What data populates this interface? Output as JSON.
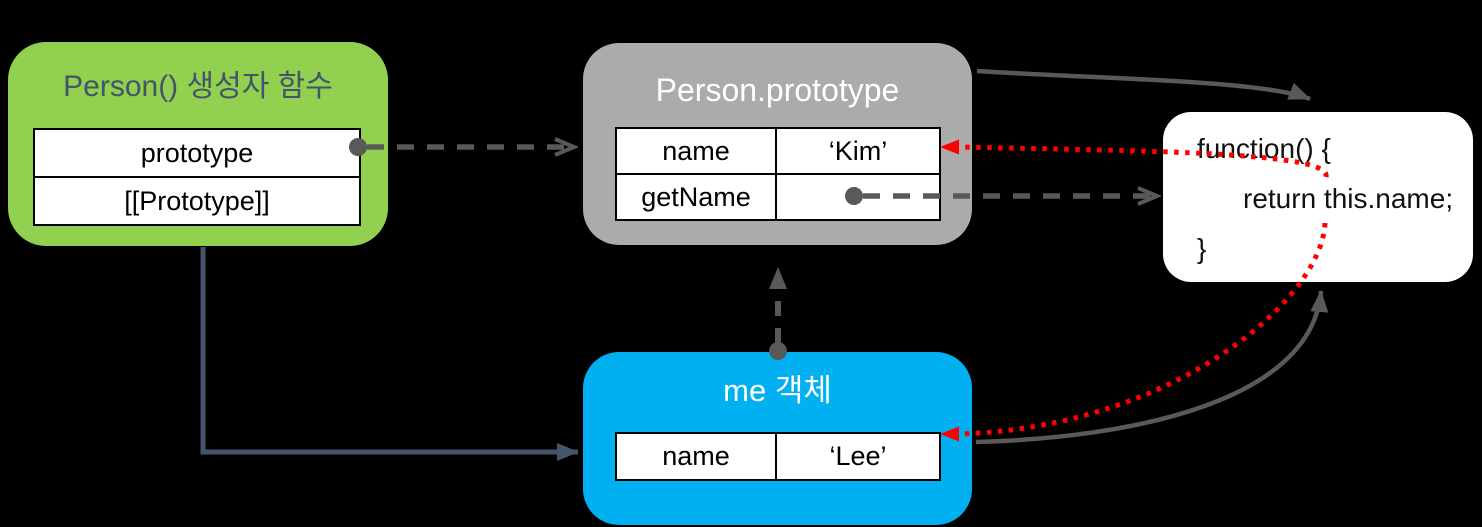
{
  "diagram": {
    "background_color": "#000000",
    "constructor_box": {
      "title": "Person() 생성자 함수",
      "color": "#92D050",
      "title_color": "#44546A",
      "rows": [
        "prototype",
        "[[Prototype]]"
      ]
    },
    "prototype_box": {
      "title": "Person.prototype",
      "color": "#ABABAB",
      "title_color": "#FFFFFF",
      "table": [
        {
          "key": "name",
          "value": "‘Kim’"
        },
        {
          "key": "getName",
          "value": ""
        }
      ]
    },
    "me_box": {
      "title": "me 객체",
      "color": "#00B0F0",
      "title_color": "#FFFFFF",
      "table": [
        {
          "key": "name",
          "value": "‘Lee’"
        }
      ]
    },
    "function_box": {
      "color": "#FFFFFF",
      "lines": [
        "function() {",
        "return this.name;",
        "}"
      ]
    },
    "edges": [
      {
        "from": "constructor_box.prototype",
        "to": "prototype_box",
        "style": "dashed",
        "color": "#595959"
      },
      {
        "from": "prototype_box.getName",
        "to": "function_box",
        "style": "dashed",
        "color": "#595959"
      },
      {
        "from": "me_box",
        "to": "prototype_box",
        "style": "dashed",
        "color": "#595959"
      },
      {
        "from": "constructor_box",
        "to": "me_box",
        "style": "solid",
        "color": "#44546A"
      },
      {
        "from": "prototype_box",
        "to": "function_box",
        "style": "solid-curve",
        "color": "#595959"
      },
      {
        "from": "me_box",
        "to": "function_box",
        "style": "solid-curve",
        "color": "#595959"
      },
      {
        "from": "function_box.this",
        "to": "prototype_box.Kim",
        "style": "dotted",
        "color": "#FF0000"
      },
      {
        "from": "function_box.this",
        "to": "me_box.Lee",
        "style": "dotted",
        "color": "#FF0000"
      }
    ]
  }
}
